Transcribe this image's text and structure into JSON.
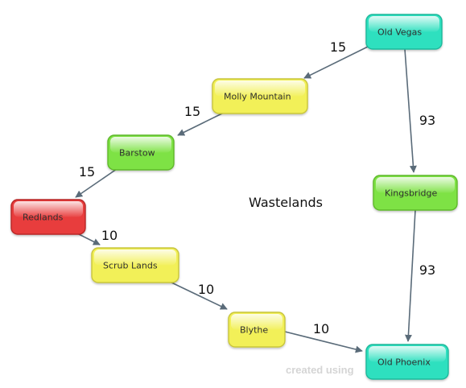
{
  "diagram": {
    "center_label": "Wastelands",
    "watermark": "created using",
    "colors": {
      "teal": "#2fe0bf",
      "green": "#7ee244",
      "yellow": "#f2f058",
      "red": "#e83c3c",
      "edge": "#5a6b79"
    },
    "nodes": [
      {
        "id": "old-vegas",
        "label": "Old Vegas",
        "color": "teal"
      },
      {
        "id": "molly-mountain",
        "label": "Molly Mountain",
        "color": "yellow"
      },
      {
        "id": "barstow",
        "label": "Barstow",
        "color": "green"
      },
      {
        "id": "redlands",
        "label": "Redlands",
        "color": "red"
      },
      {
        "id": "scrub-lands",
        "label": "Scrub Lands",
        "color": "yellow"
      },
      {
        "id": "blythe",
        "label": "Blythe",
        "color": "yellow"
      },
      {
        "id": "kingsbridge",
        "label": "Kingsbridge",
        "color": "green"
      },
      {
        "id": "old-phoenix",
        "label": "Old Phoenix",
        "color": "teal"
      }
    ],
    "edges": [
      {
        "from": "old-vegas",
        "to": "molly-mountain",
        "label": "15"
      },
      {
        "from": "molly-mountain",
        "to": "barstow",
        "label": "15"
      },
      {
        "from": "barstow",
        "to": "redlands",
        "label": "15"
      },
      {
        "from": "redlands",
        "to": "scrub-lands",
        "label": "10"
      },
      {
        "from": "scrub-lands",
        "to": "blythe",
        "label": "10"
      },
      {
        "from": "blythe",
        "to": "old-phoenix",
        "label": "10"
      },
      {
        "from": "old-vegas",
        "to": "kingsbridge",
        "label": "93"
      },
      {
        "from": "kingsbridge",
        "to": "old-phoenix",
        "label": "93"
      }
    ]
  }
}
